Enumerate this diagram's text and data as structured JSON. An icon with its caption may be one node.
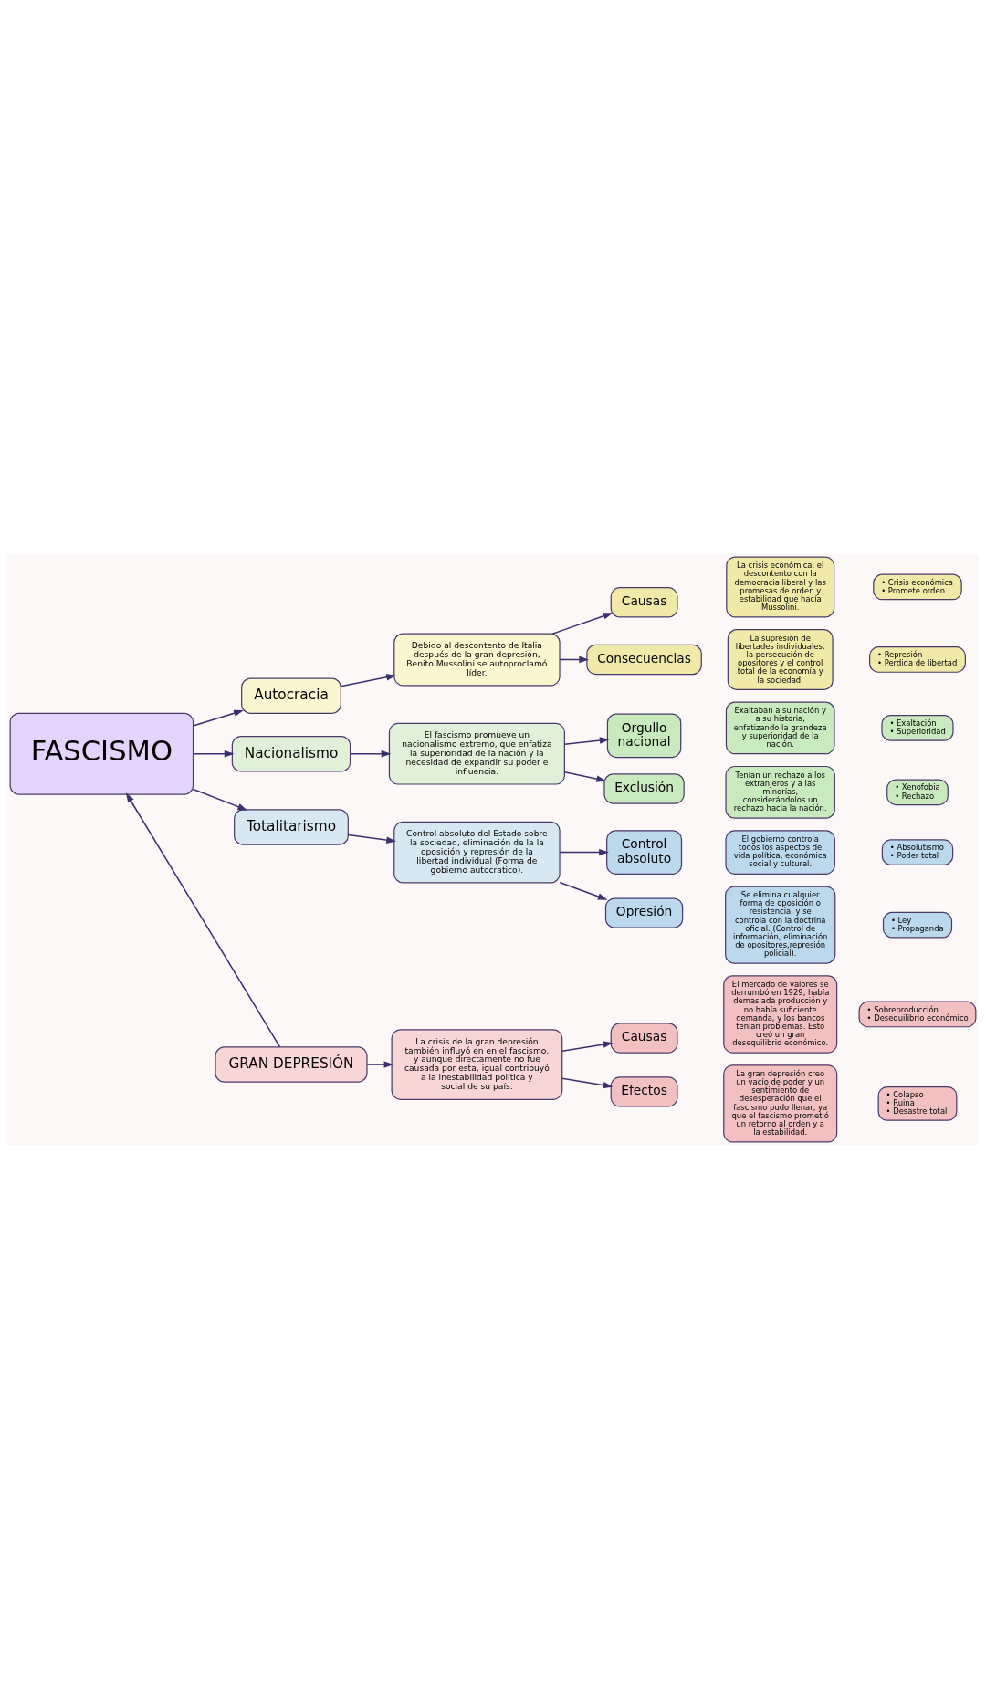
{
  "diagram": {
    "nodes": [
      {
        "text": [
          "FASCISMO"
        ]
      },
      {
        "text": [
          "Autocracia"
        ]
      },
      {
        "text": [
          "Debido al descontento de Italia después de la gran depresión, Benito Mussolini se autoproclamó líder."
        ]
      },
      {
        "text": [
          "Causas"
        ]
      },
      {
        "text": [
          "La crisis económica, el descontento con la democracia liberal y las promesas de orden y estabilidad que hacía Mussolini."
        ]
      },
      {
        "text": [
          "• Crisis económica",
          "• Promete orden"
        ]
      },
      {
        "text": [
          "Consecuencias"
        ]
      },
      {
        "text": [
          "La supresión de libertades individuales, la persecución de opositores y el control total de la economía y la sociedad."
        ]
      },
      {
        "text": [
          "• Represión",
          "• Perdida de libertad"
        ]
      },
      {
        "text": [
          "Nacionalismo"
        ]
      },
      {
        "text": [
          "El fascismo promueve un nacionalismo extremo, que enfatiza la superioridad de la nación y la necesidad de expandir su poder e influencia."
        ]
      },
      {
        "text": [
          "Orgullo nacional"
        ]
      },
      {
        "text": [
          "Exaltaban a su nación y a su historia, enfatizando la grandeza y superioridad de la nación."
        ]
      },
      {
        "text": [
          "• Exaltación",
          "• Superioridad"
        ]
      },
      {
        "text": [
          "Exclusión"
        ]
      },
      {
        "text": [
          "Tenían un rechazo a los extranjeros y a las minorías, considerándolos un rechazo hacia la nación."
        ]
      },
      {
        "text": [
          "• Xenofobia",
          "• Rechazo"
        ]
      },
      {
        "text": [
          "Totalitarismo"
        ]
      },
      {
        "text": [
          "Control absoluto del Estado sobre la sociedad, eliminación de la la oposición y represión de la libertad individual (Forma de gobierno autocratico)."
        ]
      },
      {
        "text": [
          "Control absoluto"
        ]
      },
      {
        "text": [
          "El gobierno controla todos los aspectos de vida política, económica social y cultural."
        ]
      },
      {
        "text": [
          "• Absolutismo",
          "• Poder total"
        ]
      },
      {
        "text": [
          "Opresión"
        ]
      },
      {
        "text": [
          "Se elimina cualquier forma de oposición o resistencia, y se controla con la doctrina oficial. (Control de información, eliminación de opositores,represión policial)."
        ]
      },
      {
        "text": [
          "• Ley",
          "• Propaganda"
        ]
      },
      {
        "text": [
          "GRAN DEPRESIÓN"
        ]
      },
      {
        "text": [
          "La crisis de la gran depresión también influyó en en el fascismo, y aunque directamente no fue causada por esta, igual contribuyó a la inestabilidad política y social de su país."
        ]
      },
      {
        "text": [
          "Causas"
        ]
      },
      {
        "text": [
          "El mercado de valores se derrumbó en 1929, había demasiada producción y no había suficiente demanda, y los bancos tenían problemas. Esto creó un gran desequilibrio económico."
        ]
      },
      {
        "text": [
          "• Sobreproducción",
          "• Desequilibrio económico"
        ]
      },
      {
        "text": [
          "Efectos"
        ]
      },
      {
        "text": [
          "La gran depresión creo un vacío de poder y un sentimiento de desesperación que el fascismo pudo llenar, ya que el fascismo prometió un retorno al orden y a la estabilidad."
        ]
      },
      {
        "text": [
          "• Colapso",
          "• Ruina",
          "• Desastre total"
        ]
      }
    ],
    "edges": [
      {
        "from": 0,
        "to": 1,
        "arrow": "to"
      },
      {
        "from": 0,
        "to": 9,
        "arrow": "to"
      },
      {
        "from": 0,
        "to": 17,
        "arrow": "to"
      },
      {
        "from": 25,
        "to": 0,
        "arrow": "to"
      },
      {
        "from": 1,
        "to": 2,
        "arrow": "to"
      },
      {
        "from": 2,
        "to": 3,
        "arrow": "to"
      },
      {
        "from": 2,
        "to": 6,
        "arrow": "to"
      },
      {
        "from": 9,
        "to": 10,
        "arrow": "to"
      },
      {
        "from": 10,
        "to": 11,
        "arrow": "to"
      },
      {
        "from": 10,
        "to": 14,
        "arrow": "to"
      },
      {
        "from": 17,
        "to": 18,
        "arrow": "to"
      },
      {
        "from": 18,
        "to": 19,
        "arrow": "to"
      },
      {
        "from": 18,
        "to": 22,
        "arrow": "to"
      },
      {
        "from": 25,
        "to": 26,
        "arrow": "to"
      },
      {
        "from": 26,
        "to": 27,
        "arrow": "to"
      },
      {
        "from": 26,
        "to": 30,
        "arrow": "to"
      }
    ]
  }
}
